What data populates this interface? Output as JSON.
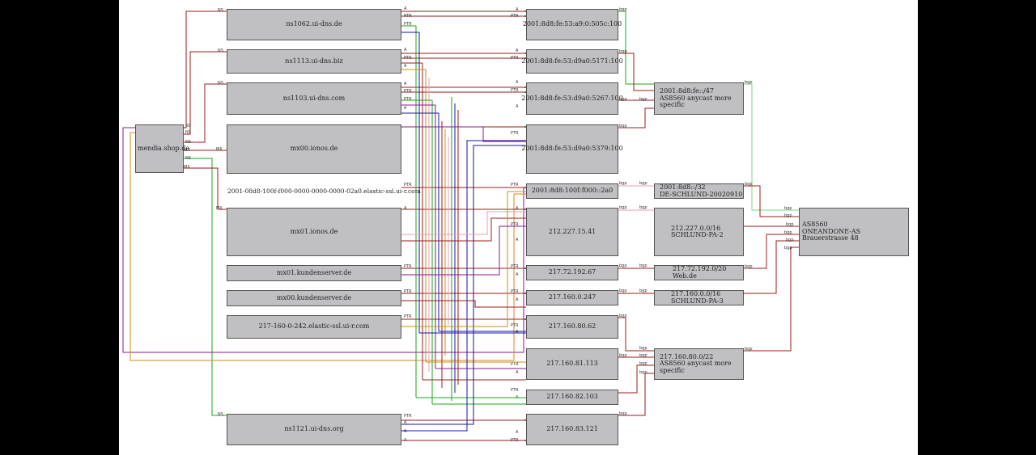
{
  "domain_node": {
    "label": "mendia.shop.de"
  },
  "hosts": [
    {
      "id": "ns1062",
      "label": "ns1062.ui-dns.de"
    },
    {
      "id": "ns1113",
      "label": "ns1113.ui-dns.biz"
    },
    {
      "id": "ns1103",
      "label": "ns1103.ui-dns.com"
    },
    {
      "id": "mx00",
      "label": "mx00.ionos.de"
    },
    {
      "id": "elastic6",
      "label": "2001-08d8-100f-f000-0000-0000-0000-02a0.elastic-ssl.ui-r.com"
    },
    {
      "id": "mx01",
      "label": "mx01.ionos.de"
    },
    {
      "id": "mx01k",
      "label": "mx01.kundenserver.de"
    },
    {
      "id": "mx00k",
      "label": "mx00.kundenserver.de"
    },
    {
      "id": "elastic4",
      "label": "217-160-0-242.elastic-ssl.ui-r.com"
    },
    {
      "id": "ns1121",
      "label": "ns1121.ui-dns.org"
    }
  ],
  "ips": [
    {
      "id": "ip6a",
      "label": "2001:8d8:fe:53:a9:0:505c:100"
    },
    {
      "id": "ip6b",
      "label": "2001:8d8:fe:53:d9a0:5171:100"
    },
    {
      "id": "ip6c",
      "label": "2001:8d8:fe:53:d9a0:5267:100"
    },
    {
      "id": "ip6d",
      "label": "2001:8d8:fe:53:d9a0:5379:100"
    },
    {
      "id": "ip6e",
      "label": "2001:8d8:100f:f000::2a0"
    },
    {
      "id": "ip1",
      "label": "212.227.15.41"
    },
    {
      "id": "ip2",
      "label": "217.72.192.67"
    },
    {
      "id": "ip3",
      "label": "217.160.0.247"
    },
    {
      "id": "ip4",
      "label": "217.160.80.62"
    },
    {
      "id": "ip5",
      "label": "217.160.81.113"
    },
    {
      "id": "ip6",
      "label": "217.160.82.103"
    },
    {
      "id": "ip7",
      "label": "217.160.83.121"
    }
  ],
  "prefixes": [
    {
      "id": "pfx6a",
      "lines": [
        "2001:8d8:fe::/47",
        "AS8560 anycast more specific"
      ]
    },
    {
      "id": "pfx6b",
      "lines": [
        "2001:8d8::/32",
        "DE-SCHLUND-20020910"
      ]
    },
    {
      "id": "pfx1",
      "lines": [
        "212.227.0.0/16",
        "SCHLUND-PA-2"
      ]
    },
    {
      "id": "pfx2",
      "lines": [
        "217.72.192.0/20",
        "Web.de"
      ]
    },
    {
      "id": "pfx3",
      "lines": [
        "217.160.0.0/16",
        "SCHLUND-PA-3"
      ]
    },
    {
      "id": "pfx4",
      "lines": [
        "217.160.80.0/22",
        "AS8560 anycast more specific"
      ]
    }
  ],
  "asn": {
    "lines": [
      "AS8560",
      "ONEANDONE-AS Brauerstrasse 48"
    ]
  },
  "edge_labels": {
    "ns": "NS",
    "mx": "MX",
    "a": "A",
    "ptr": "PTR",
    "bgp": "bgp"
  },
  "colors": {
    "red": "#9b1b1b",
    "green": "#1aa61a",
    "blue": "#1515a8",
    "purple": "#8a1a8a",
    "orange": "#d38b1a",
    "pink": "#e7a0b4",
    "lightgreen": "#7fd37f",
    "node_fill": "#c0bfc1",
    "background": "#ffffff"
  }
}
